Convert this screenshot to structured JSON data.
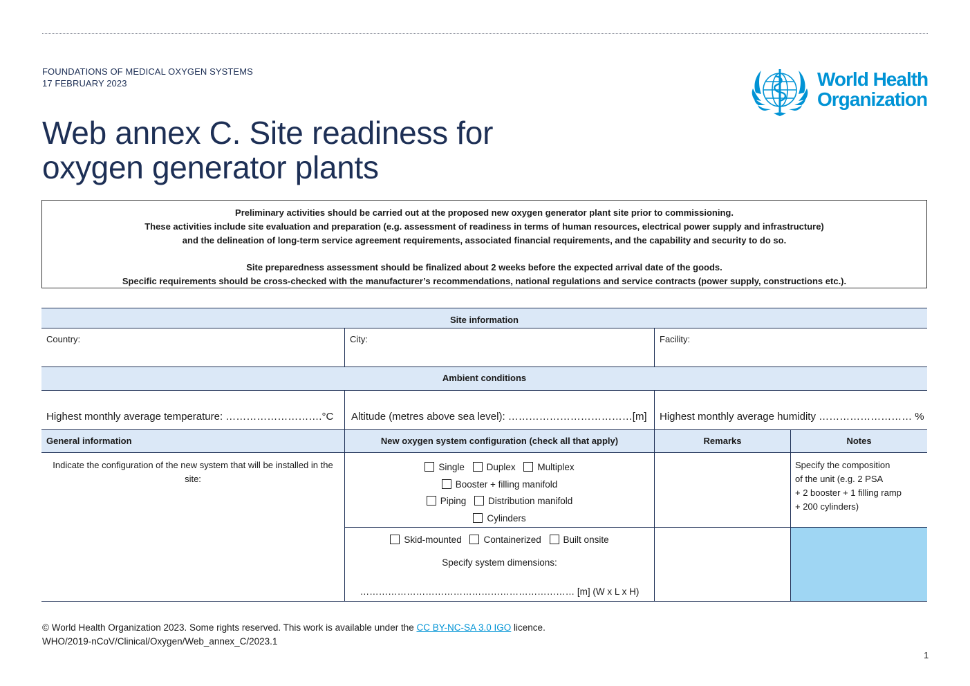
{
  "header": {
    "series": "FOUNDATIONS OF MEDICAL OXYGEN SYSTEMS",
    "date": "17 FEBRUARY 2023",
    "title_line1": "Web annex C. Site readiness for",
    "title_line2": "oxygen generator plants",
    "logo_line1": "World Health",
    "logo_line2": "Organization"
  },
  "intro": {
    "line1": "Preliminary activities should be carried out at the proposed new oxygen generator plant site prior to commissioning.",
    "line2": "These activities include site evaluation and preparation (e.g. assessment of readiness in terms of human resources, electrical power supply and infrastructure)",
    "line3": "and the delineation of long-term service agreement requirements, associated financial requirements, and the capability and security to do so.",
    "line4": "Site preparedness assessment should be finalized about 2 weeks before the expected arrival date of the goods.",
    "line5": "Specific requirements should be cross-checked with the manufacturer’s recommendations, national regulations and service contracts (power supply, constructions etc.)."
  },
  "site": {
    "heading": "Site information",
    "country": "Country:",
    "city": "City:",
    "facility": "Facility:"
  },
  "ambient": {
    "heading": "Ambient conditions",
    "temperature": "Highest monthly average temperature:  ……………………….°C",
    "altitude": "Altitude (metres above sea level): ………………………………[m]",
    "humidity": "Highest monthly average humidity ……………………… %"
  },
  "general": {
    "col_general": "General information",
    "col_config": "New oxygen system configuration (check all that apply)",
    "col_remarks": "Remarks",
    "col_notes": "Notes",
    "instruction": "Indicate the configuration of the new system that will be installed in the site:",
    "options_a": {
      "single": "Single",
      "duplex": "Duplex",
      "multiplex": "Multiplex",
      "booster": "Booster + filling manifold",
      "piping": "Piping",
      "distribution": "Distribution manifold",
      "cylinders": "Cylinders"
    },
    "options_b": {
      "skid": "Skid-mounted",
      "container": "Containerized",
      "onsite": "Built onsite"
    },
    "dimensions_label": "Specify system dimensions:",
    "dimensions_line": "…………………………………………………………… [m] (W x L x H)",
    "notes_line1": "Specify the composition",
    "notes_line2": "of the unit (e.g. 2 PSA",
    "notes_line3": "+ 2 booster + 1 filling ramp",
    "notes_line4": "+ 200 cylinders)"
  },
  "footer": {
    "copyright_pre": "© World Health Organization 2023. Some rights reserved. This work is available under the",
    "license_link": "CC BY-NC-SA 3.0 IGO",
    "copyright_post": "licence.",
    "doc_id": "WHO/2019-nCoV/Clinical/Oxygen/Web_annex_C/2023.1",
    "page_number": "1"
  },
  "colors": {
    "navy": "#1d2f55",
    "who_blue": "#0093d5",
    "header_fill": "#dbe8f7",
    "notes_fill": "#9fd6f3"
  }
}
